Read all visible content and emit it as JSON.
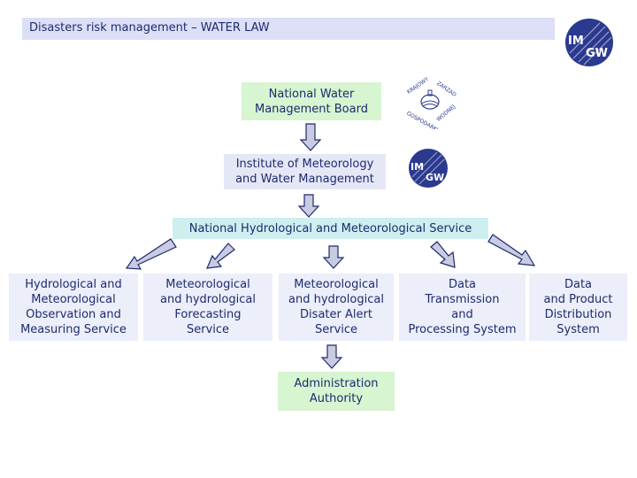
{
  "title": "Disasters risk management – WATER LAW",
  "logo_text": "IMGW",
  "seal_text": "KRAJOWY ZARZAD GOSPODARKI WODNEJ",
  "nodes": {
    "board": "National Water\nManagement Board",
    "institute": "Institute of Meteorology\nand Water Management",
    "service": "National Hydrological and Meteorological Service",
    "observation": "Hydrological and\nMeteorological\nObservation and\nMeasuring Service",
    "forecasting": "Meteorological\nand hydrological\nForecasting\nService",
    "alert": "Meteorological\nand hydrological\nDisater Alert\nService",
    "transmission": "Data\nTransmission\nand\nProcessing System",
    "distribution": "Data\nand Product\nDistribution\nSystem",
    "admin": "Administration\nAuthority"
  },
  "colors": {
    "green": "#d6f5d0",
    "lavender": "#e6e7f6",
    "teal": "#cdeff0",
    "arrow_fill": "#c9cbe0",
    "arrow_stroke": "#1d2b6e"
  }
}
